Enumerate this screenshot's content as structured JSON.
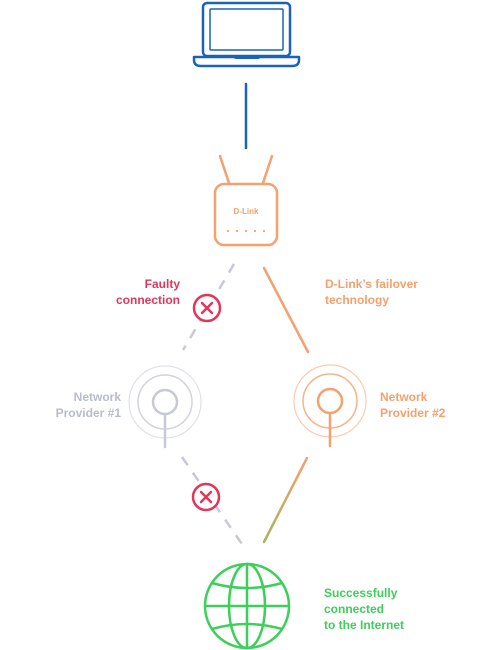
{
  "router": {
    "brand": "D-Link"
  },
  "labels": {
    "faulty": [
      "Faulty",
      "connection"
    ],
    "failover": [
      "D-Link’s failover",
      "technology"
    ],
    "provider1": [
      "Network",
      "Provider #1"
    ],
    "provider2": [
      "Network",
      "Provider #2"
    ],
    "success": [
      "Successfully",
      "connected",
      "to the Internet"
    ]
  },
  "icons": {
    "laptop": "laptop-icon",
    "router": "router-icon",
    "tower": "antenna-tower-icon",
    "globe": "globe-icon",
    "error": "x-circle-icon"
  },
  "colors": {
    "blue": "#1a63b8",
    "orange": "#f5a06e",
    "grey": "#c7c9d3",
    "red": "#e2365b",
    "green": "#3ccf5a"
  }
}
